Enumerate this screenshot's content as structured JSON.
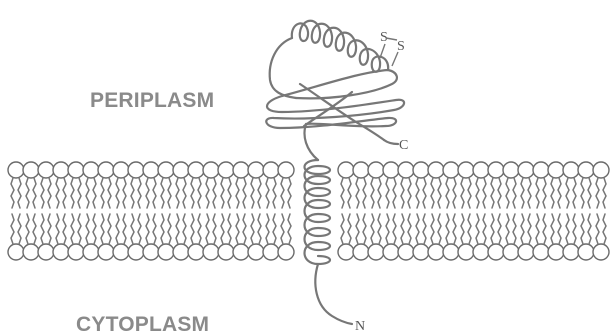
{
  "labels": {
    "periplasm": "PERIPLASM",
    "cytoplasm": "CYTOPLASM",
    "c_terminus": "C",
    "n_terminus": "N",
    "disulfide_s1": "S",
    "disulfide_s2": "S"
  },
  "colors": {
    "background": "#ffffff",
    "label_gray": "#8a8a8a",
    "line_gray": "#777777",
    "head_outline": "#6a6a6a"
  }
}
